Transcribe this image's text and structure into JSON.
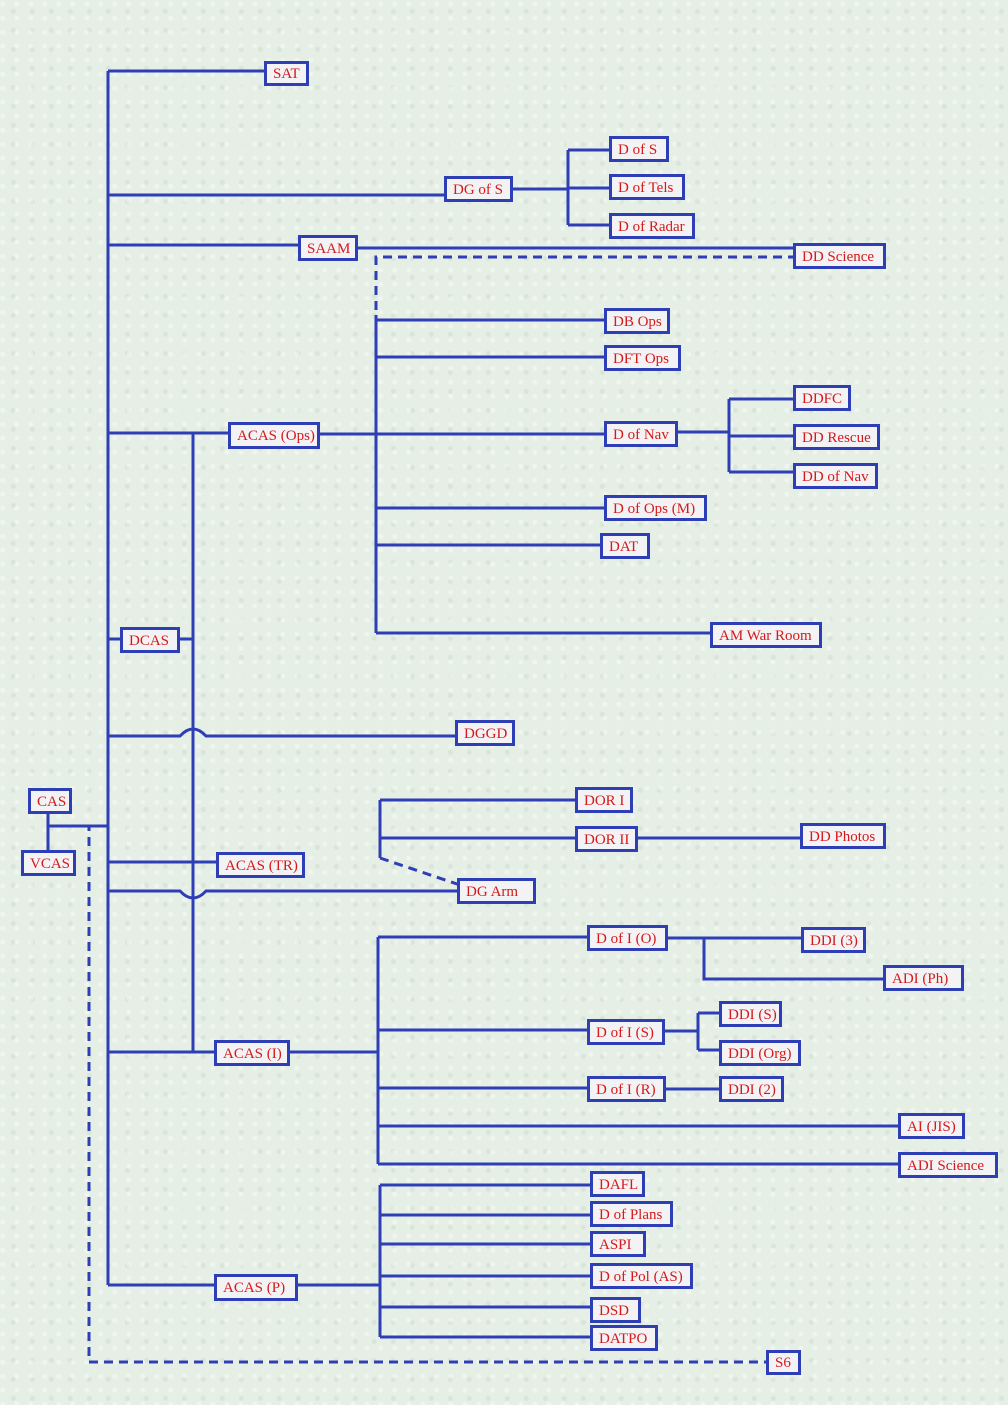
{
  "nodes": {
    "sat": "SAT",
    "dg_of_s": "DG of S",
    "d_of_s": "D of S",
    "d_of_tels": "D of Tels",
    "d_of_radar": "D of Radar",
    "saam": "SAAM",
    "dd_science": "DD Science",
    "db_ops": "DB Ops",
    "dft_ops": "DFT Ops",
    "ddfc": "DDFC",
    "acas_ops": "ACAS (Ops)",
    "d_of_nav": "D of Nav",
    "dd_rescue": "DD Rescue",
    "dd_of_nav": "DD of Nav",
    "d_of_ops_m": "D of Ops (M)",
    "dat": "DAT",
    "dcas": "DCAS",
    "am_war_room": "AM War Room",
    "dggd": "DGGD",
    "cas": "CAS",
    "dor_i": "DOR I",
    "dor_ii": "DOR II",
    "dd_photos": "DD Photos",
    "vcas": "VCAS",
    "acas_tr": "ACAS (TR)",
    "dg_arm": "DG Arm",
    "d_of_i_o": "D of I (O)",
    "ddi_3": "DDI (3)",
    "adi_ph": "ADI (Ph)",
    "ddi_s": "DDI (S)",
    "d_of_i_s": "D of I (S)",
    "acas_i": "ACAS (I)",
    "ddi_org": "DDI (Org)",
    "d_of_i_r": "D of I (R)",
    "ddi_2": "DDI (2)",
    "ai_jis": "AI (JIS)",
    "adi_science": "ADI Science",
    "dafl": "DAFL",
    "d_of_plans": "D of Plans",
    "aspi": "ASPI",
    "acas_p": "ACAS (P)",
    "d_of_pol_as": "D of Pol (AS)",
    "dsd": "DSD",
    "datpo": "DATPO",
    "s6": "S6"
  },
  "colors": {
    "line": "#2e3fb5",
    "label_text": "#d51a1a",
    "box_fill": "#f3f3f5",
    "background": "#e6efe6"
  }
}
